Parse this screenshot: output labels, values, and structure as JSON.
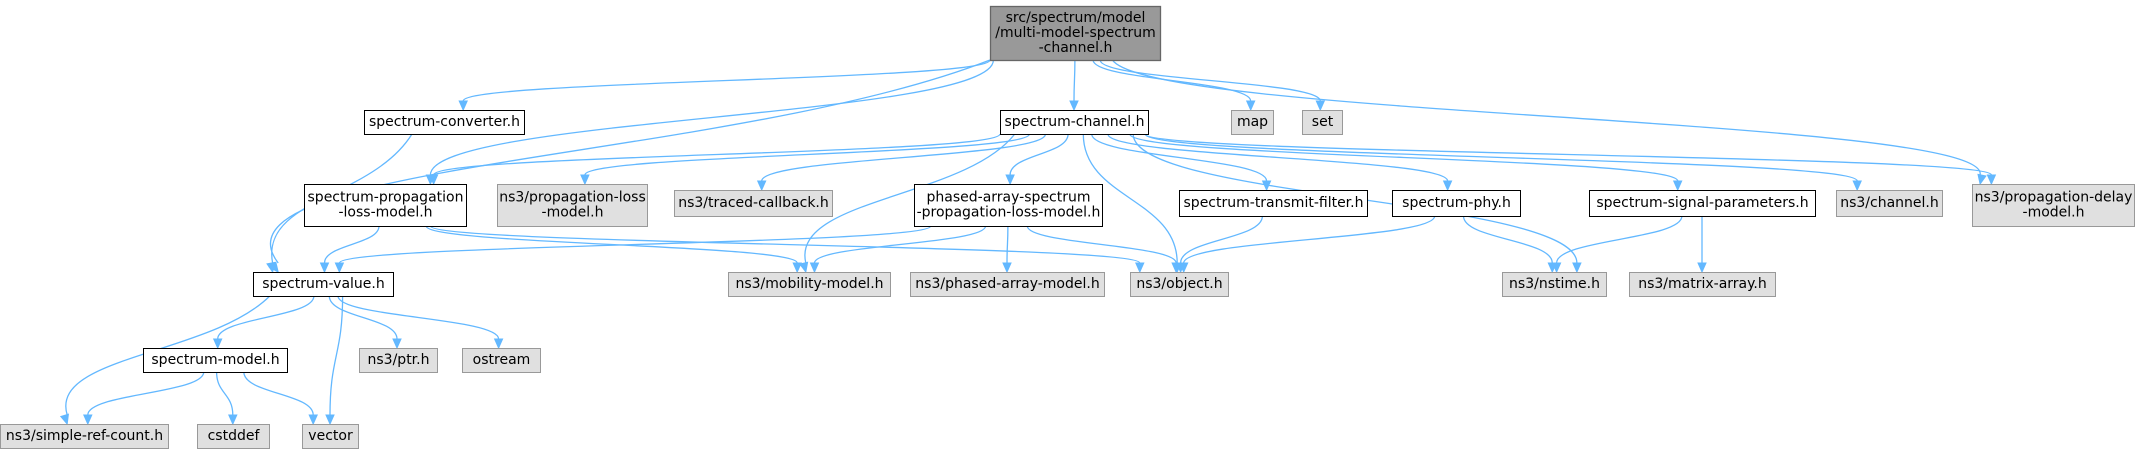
{
  "diagram": {
    "nodes": [
      {
        "id": "root",
        "kind": "root",
        "lines": [
          "src/spectrum/model",
          "/multi-model-spectrum",
          "-channel.h"
        ]
      },
      {
        "id": "spectrum-converter",
        "kind": "local",
        "lines": [
          "spectrum-converter.h"
        ]
      },
      {
        "id": "spectrum-channel",
        "kind": "local",
        "lines": [
          "spectrum-channel.h"
        ]
      },
      {
        "id": "map",
        "kind": "external",
        "lines": [
          "map"
        ]
      },
      {
        "id": "set",
        "kind": "external",
        "lines": [
          "set"
        ]
      },
      {
        "id": "spectrum-propagation-loss-model",
        "kind": "local",
        "lines": [
          "spectrum-propagation",
          "-loss-model.h"
        ]
      },
      {
        "id": "ns3-propagation-loss-model",
        "kind": "external",
        "lines": [
          "ns3/propagation-loss",
          "-model.h"
        ]
      },
      {
        "id": "ns3-traced-callback",
        "kind": "external",
        "lines": [
          "ns3/traced-callback.h"
        ]
      },
      {
        "id": "phased-array-spectrum-propagation-loss-model",
        "kind": "local",
        "lines": [
          "phased-array-spectrum",
          "-propagation-loss-model.h"
        ]
      },
      {
        "id": "spectrum-transmit-filter",
        "kind": "local",
        "lines": [
          "spectrum-transmit-filter.h"
        ]
      },
      {
        "id": "spectrum-phy",
        "kind": "local",
        "lines": [
          "spectrum-phy.h"
        ]
      },
      {
        "id": "spectrum-signal-parameters",
        "kind": "local",
        "lines": [
          "spectrum-signal-parameters.h"
        ]
      },
      {
        "id": "ns3-channel",
        "kind": "external",
        "lines": [
          "ns3/channel.h"
        ]
      },
      {
        "id": "ns3-propagation-delay-model",
        "kind": "external",
        "lines": [
          "ns3/propagation-delay",
          "-model.h"
        ]
      },
      {
        "id": "spectrum-value",
        "kind": "local",
        "lines": [
          "spectrum-value.h"
        ]
      },
      {
        "id": "ns3-mobility-model",
        "kind": "external",
        "lines": [
          "ns3/mobility-model.h"
        ]
      },
      {
        "id": "ns3-phased-array-model",
        "kind": "external",
        "lines": [
          "ns3/phased-array-model.h"
        ]
      },
      {
        "id": "ns3-object",
        "kind": "external",
        "lines": [
          "ns3/object.h"
        ]
      },
      {
        "id": "ns3-nstime",
        "kind": "external",
        "lines": [
          "ns3/nstime.h"
        ]
      },
      {
        "id": "ns3-matrix-array",
        "kind": "external",
        "lines": [
          "ns3/matrix-array.h"
        ]
      },
      {
        "id": "spectrum-model",
        "kind": "local",
        "lines": [
          "spectrum-model.h"
        ]
      },
      {
        "id": "ns3-ptr",
        "kind": "external",
        "lines": [
          "ns3/ptr.h"
        ]
      },
      {
        "id": "ostream",
        "kind": "external",
        "lines": [
          "ostream"
        ]
      },
      {
        "id": "ns3-simple-ref-count",
        "kind": "external",
        "lines": [
          "ns3/simple-ref-count.h"
        ]
      },
      {
        "id": "cstddef",
        "kind": "external",
        "lines": [
          "cstddef"
        ]
      },
      {
        "id": "vector",
        "kind": "external",
        "lines": [
          "vector"
        ]
      }
    ],
    "edges": [
      {
        "from": "root",
        "to": "spectrum-converter"
      },
      {
        "from": "root",
        "to": "spectrum-channel"
      },
      {
        "from": "root",
        "to": "map"
      },
      {
        "from": "root",
        "to": "set"
      },
      {
        "from": "root",
        "to": "spectrum-propagation-loss-model"
      },
      {
        "from": "root",
        "to": "spectrum-value"
      },
      {
        "from": "root",
        "to": "ns3-propagation-delay-model"
      },
      {
        "from": "spectrum-converter",
        "to": "spectrum-value"
      },
      {
        "from": "spectrum-channel",
        "to": "spectrum-propagation-loss-model"
      },
      {
        "from": "spectrum-channel",
        "to": "ns3-propagation-loss-model"
      },
      {
        "from": "spectrum-channel",
        "to": "ns3-traced-callback"
      },
      {
        "from": "spectrum-channel",
        "to": "phased-array-spectrum-propagation-loss-model"
      },
      {
        "from": "spectrum-channel",
        "to": "spectrum-transmit-filter"
      },
      {
        "from": "spectrum-channel",
        "to": "spectrum-phy"
      },
      {
        "from": "spectrum-channel",
        "to": "spectrum-signal-parameters"
      },
      {
        "from": "spectrum-channel",
        "to": "ns3-channel"
      },
      {
        "from": "spectrum-channel",
        "to": "ns3-propagation-delay-model"
      },
      {
        "from": "spectrum-channel",
        "to": "ns3-mobility-model"
      },
      {
        "from": "spectrum-channel",
        "to": "ns3-object"
      },
      {
        "from": "spectrum-channel",
        "to": "ns3-nstime"
      },
      {
        "from": "spectrum-propagation-loss-model",
        "to": "spectrum-value"
      },
      {
        "from": "spectrum-propagation-loss-model",
        "to": "ns3-mobility-model"
      },
      {
        "from": "spectrum-propagation-loss-model",
        "to": "ns3-object"
      },
      {
        "from": "phased-array-spectrum-propagation-loss-model",
        "to": "spectrum-value"
      },
      {
        "from": "phased-array-spectrum-propagation-loss-model",
        "to": "ns3-mobility-model"
      },
      {
        "from": "phased-array-spectrum-propagation-loss-model",
        "to": "ns3-phased-array-model"
      },
      {
        "from": "phased-array-spectrum-propagation-loss-model",
        "to": "ns3-object"
      },
      {
        "from": "spectrum-transmit-filter",
        "to": "ns3-object"
      },
      {
        "from": "spectrum-phy",
        "to": "ns3-object"
      },
      {
        "from": "spectrum-phy",
        "to": "ns3-nstime"
      },
      {
        "from": "spectrum-signal-parameters",
        "to": "ns3-nstime"
      },
      {
        "from": "spectrum-signal-parameters",
        "to": "ns3-matrix-array"
      },
      {
        "from": "spectrum-value",
        "to": "spectrum-model"
      },
      {
        "from": "spectrum-value",
        "to": "ns3-ptr"
      },
      {
        "from": "spectrum-value",
        "to": "ostream"
      },
      {
        "from": "spectrum-value",
        "to": "ns3-simple-ref-count"
      },
      {
        "from": "spectrum-value",
        "to": "vector"
      },
      {
        "from": "spectrum-model",
        "to": "ns3-simple-ref-count"
      },
      {
        "from": "spectrum-model",
        "to": "cstddef"
      },
      {
        "from": "spectrum-model",
        "to": "vector"
      }
    ]
  }
}
